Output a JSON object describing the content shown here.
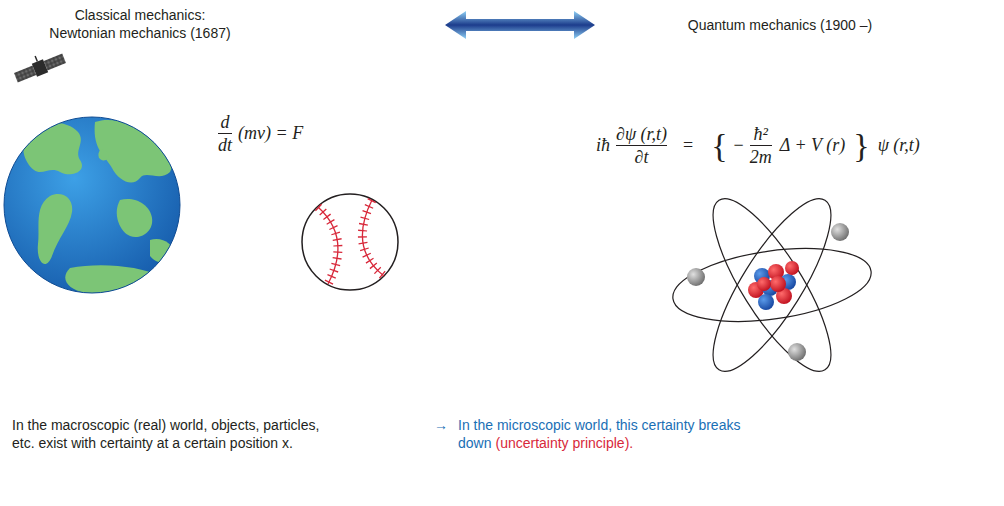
{
  "diagram": {
    "labels": [
      "Classical mechanics: Newtonian mechanics (1687)",
      "Quantum mechanics (1900 –)",
      "d",
      "dt",
      "(mv) = F",
      "iħ",
      "∂ψ (r,t)",
      "∂t",
      "=",
      "{",
      "−",
      "ħ²",
      "2m",
      "Δ + V (r)",
      "}",
      "ψ (r,t)",
      "In the macroscopic (real) world, objects, particles, etc. exist with certainty at a certain position x.",
      "→",
      "In the microscopic world, this certainty breaks down",
      "(uncertainty principle)."
    ]
  }
}
